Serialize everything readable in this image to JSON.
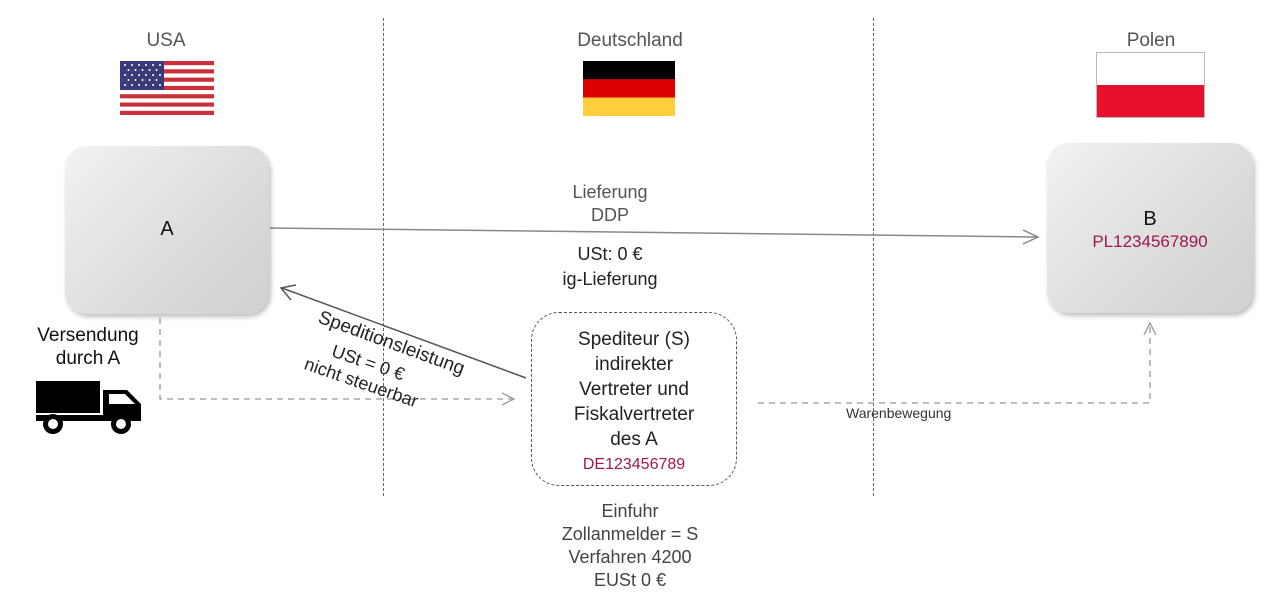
{
  "countries": {
    "left": "USA",
    "middle": "Deutschland",
    "right": "Polen"
  },
  "flag_icons": [
    "usa-flag-icon",
    "germany-flag-icon",
    "poland-flag-icon"
  ],
  "parties": {
    "a": {
      "name": "A"
    },
    "b": {
      "name": "B",
      "vat_id": "PL1234567890"
    },
    "spediteur": {
      "lines": [
        "Spediteur (S)",
        "indirekter",
        "Vertreter und",
        "Fiskalvertreter",
        "des A"
      ],
      "vat_id": "DE123456789"
    }
  },
  "flows": {
    "delivery": {
      "top_lines": [
        "Lieferung",
        "DDP"
      ],
      "bottom_lines": [
        "USt: 0 €",
        "ig-Lieferung"
      ]
    },
    "forwarding": {
      "label": "Speditionsleistung",
      "vat_lines": [
        "USt = 0 €",
        "nicht steuerbar"
      ]
    },
    "goods_movement": "Warenbewegung",
    "shipment": [
      "Versendung",
      "durch A"
    ],
    "import": [
      "Einfuhr",
      "Zollanmelder = S",
      "Verfahren 4200",
      "EUSt 0 €"
    ]
  },
  "colors": {
    "vat_id": "#a0174f",
    "arrow": "#777777",
    "dashed_arrow": "#999999"
  }
}
